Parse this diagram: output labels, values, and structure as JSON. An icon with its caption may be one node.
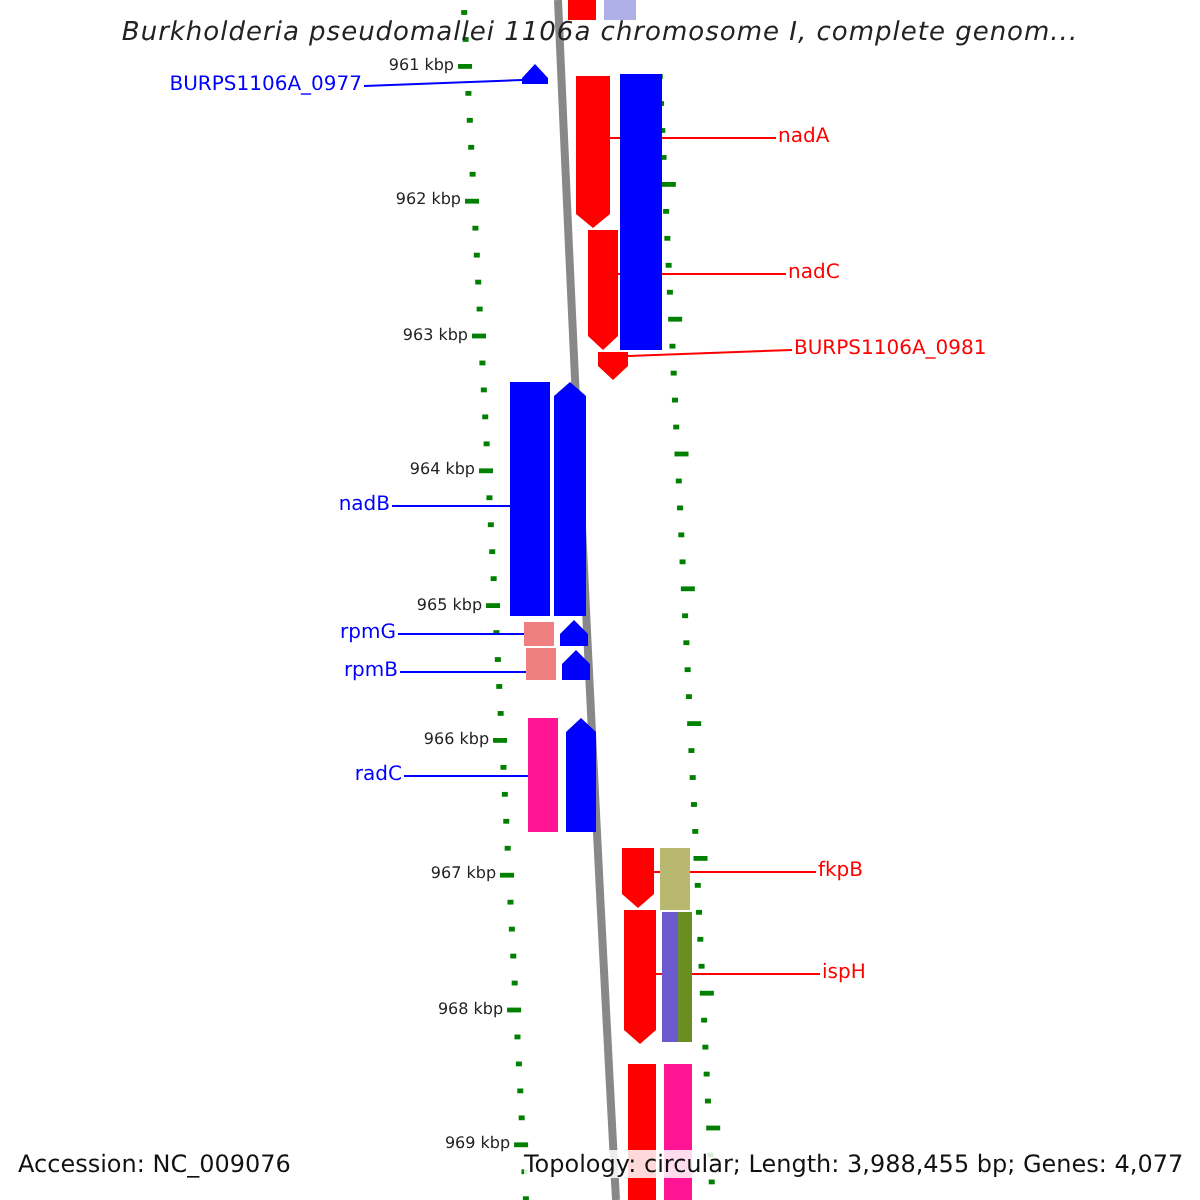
{
  "diagram": {
    "title": "Burkholderia pseudomallei 1106a chromosome I, complete genom...",
    "nodes": [
      {
        "text": [
          "BURPS1106A_0977"
        ]
      },
      {
        "text": [
          "nadA"
        ]
      },
      {
        "text": [
          "nadC"
        ]
      },
      {
        "text": [
          "BURPS1106A_0981"
        ]
      },
      {
        "text": [
          "nadB"
        ]
      },
      {
        "text": [
          "rpmG"
        ]
      },
      {
        "text": [
          "rpmB"
        ]
      },
      {
        "text": [
          "radC"
        ]
      },
      {
        "text": [
          "fkpB"
        ]
      },
      {
        "text": [
          "ispH"
        ]
      },
      {
        "text": [],
        "shape": "bar"
      },
      {
        "text": [],
        "shape": "bar"
      },
      {
        "text": [],
        "shape": "bar"
      },
      {
        "text": [],
        "shape": "bar"
      },
      {
        "text": [],
        "shape": "bar"
      },
      {
        "text": [],
        "shape": "bar"
      },
      {
        "text": [],
        "shape": "bar"
      },
      {
        "text": [],
        "shape": "bar"
      },
      {
        "text": [],
        "shape": "bar"
      },
      {
        "text": [],
        "shape": "bar"
      },
      {
        "text": [],
        "shape": "bar"
      },
      {
        "text": [],
        "shape": "bar"
      },
      {
        "text": [],
        "shape": "bar"
      },
      {
        "text": [],
        "shape": "bar"
      },
      {
        "text": [],
        "shape": "bar"
      },
      {
        "text": [],
        "shape": "bar"
      },
      {
        "text": [],
        "shape": "bar"
      },
      {
        "text": [],
        "shape": "bar"
      },
      {
        "text": [],
        "shape": "bar"
      },
      {
        "text": [],
        "shape": "bar"
      },
      {
        "text": [],
        "shape": "bar"
      },
      {
        "text": [],
        "shape": "bar"
      }
    ],
    "edges": [
      {
        "from": 0,
        "to": 10,
        "arrow": "none"
      },
      {
        "from": 1,
        "to": 11,
        "arrow": "none",
        "color": "#ff0000"
      },
      {
        "from": 2,
        "to": 12,
        "arrow": "none",
        "color": "#ff0000"
      },
      {
        "from": 3,
        "to": 13,
        "arrow": "none",
        "color": "#ff0000"
      },
      {
        "from": 4,
        "to": 14,
        "arrow": "none"
      },
      {
        "from": 5,
        "to": 15,
        "arrow": "none"
      },
      {
        "from": 6,
        "to": 16,
        "arrow": "none"
      },
      {
        "from": 7,
        "to": 17,
        "arrow": "none"
      },
      {
        "from": 8,
        "to": 18,
        "arrow": "none",
        "color": "#ff0000"
      },
      {
        "from": 9,
        "to": 19,
        "arrow": "none",
        "color": "#ff0000"
      }
    ],
    "labels": [
      "961 kbp",
      "962 kbp",
      "963 kbp",
      "964 kbp",
      "965 kbp",
      "966 kbp",
      "967 kbp",
      "968 kbp",
      "969 kbp",
      "Accession: NC_009076",
      "Topology: circular; Length: 3,988,455 bp; Genes: 4,077"
    ]
  }
}
